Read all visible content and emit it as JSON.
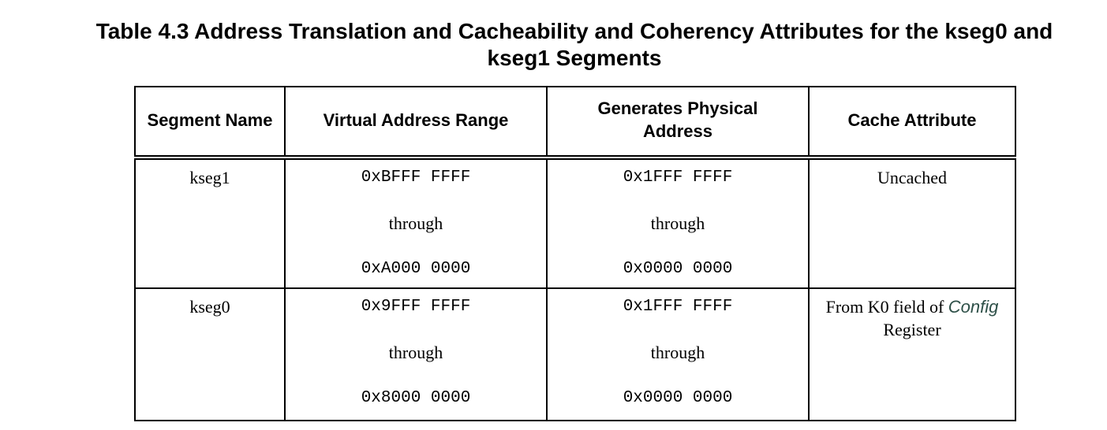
{
  "caption": {
    "line1": "Table 4.3 Address Translation and Cacheability and Coherency Attributes for the kseg0 and",
    "line2": "kseg1 Segments"
  },
  "table": {
    "headers": {
      "segment_name": "Segment Name",
      "virtual_range": "Virtual Address Range",
      "physical_line1": "Generates Physical",
      "physical_line2": "Address",
      "cache_attr": "Cache Attribute"
    },
    "rows": [
      {
        "segment": "kseg1",
        "virtual_high": "0xBFFF FFFF",
        "virtual_through": "through",
        "virtual_low": "0xA000 0000",
        "physical_high": "0x1FFF FFFF",
        "physical_through": "through",
        "physical_low": "0x0000 0000",
        "cache_attr": "Uncached"
      },
      {
        "segment": "kseg0",
        "virtual_high": "0x9FFF FFFF",
        "virtual_through": "through",
        "virtual_low": "0x8000 0000",
        "physical_high": "0x1FFF FFFF",
        "physical_through": "through",
        "physical_low": "0x0000 0000",
        "cache_attr_prefix": "From K0 field of ",
        "cache_attr_link": "Config",
        "cache_attr_suffix": "Register"
      }
    ]
  },
  "colors": {
    "link_text": "#2e5048",
    "border": "#000000",
    "background": "#ffffff"
  }
}
